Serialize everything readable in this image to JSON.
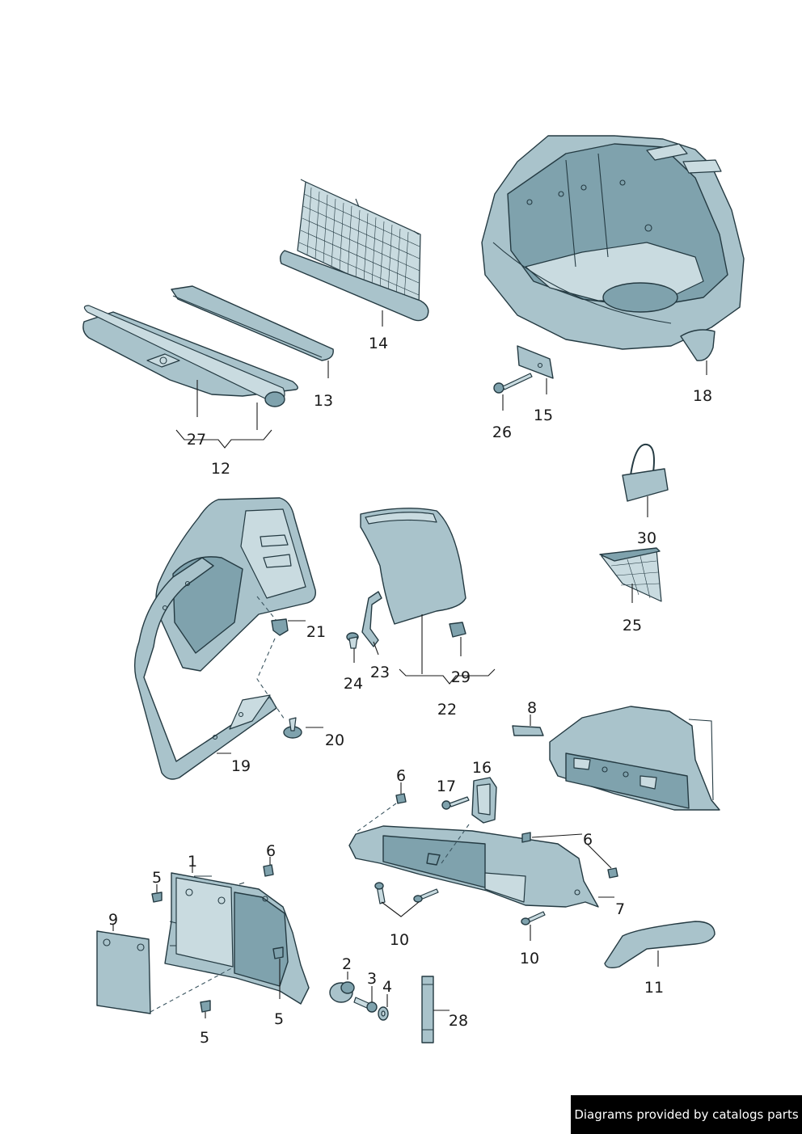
{
  "attribution": "Diagrams provided by catalogs parts",
  "callouts": {
    "c1": "1",
    "c2": "2",
    "c3": "3",
    "c4": "4",
    "c5a": "5",
    "c5b": "5",
    "c5c": "5",
    "c6a": "6",
    "c6b": "6",
    "c6c": "6",
    "c7": "7",
    "c8": "8",
    "c9": "9",
    "c10a": "10",
    "c10b": "10",
    "c11": "11",
    "c12": "12",
    "c13": "13",
    "c14": "14",
    "c15": "15",
    "c16": "16",
    "c17": "17",
    "c18": "18",
    "c19": "19",
    "c20": "20",
    "c21": "21",
    "c22": "22",
    "c23": "23",
    "c24": "24",
    "c25": "25",
    "c26": "26",
    "c27": "27",
    "c28": "28",
    "c29": "29",
    "c30": "30"
  }
}
